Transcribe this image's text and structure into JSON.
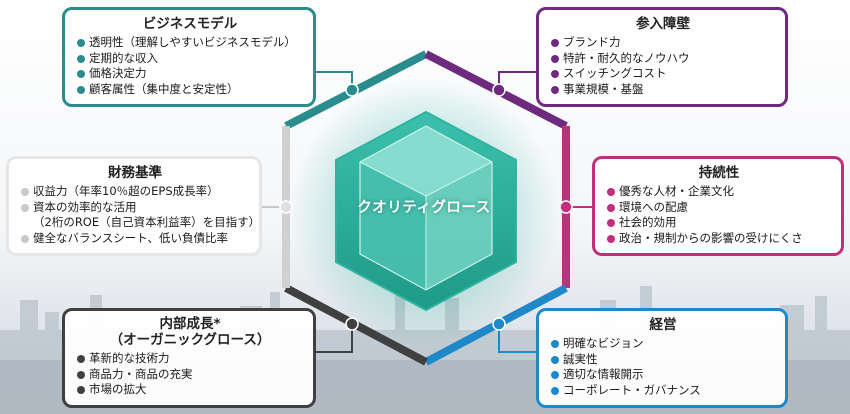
{
  "center": {
    "label": "クオリティグロース"
  },
  "boxes": {
    "business_model": {
      "title": "ビジネスモデル",
      "color": "#2a8c8c",
      "items": [
        "透明性（理解しやすいビジネスモデル）",
        "定期的な収入",
        "価格決定力",
        "顧客属性（集中度と安定性）"
      ]
    },
    "entry_barriers": {
      "title": "参入障壁",
      "color": "#6e2a7e",
      "items": [
        "ブランド力",
        "特許・耐久的なノウハウ",
        "スイッチングコスト",
        "事業規模・基盤"
      ]
    },
    "sustainability": {
      "title": "持続性",
      "color": "#c0307a",
      "items": [
        "優秀な人材・企業文化",
        "環境への配慮",
        "社会的効用",
        "政治・規制からの影響の受けにくさ"
      ]
    },
    "management": {
      "title": "経営",
      "color": "#1f88c9",
      "items": [
        "明確なビジョン",
        "誠実性",
        "適切な情報開示",
        "コーポレート・ガバナンス"
      ]
    },
    "organic_growth": {
      "title_line1": "内部成長*",
      "title_line2": "（オーガニックグロース）",
      "color": "#404040",
      "items": [
        "革新的な技術力",
        "商品力・商品の充実",
        "市場の拡大"
      ]
    },
    "financial": {
      "title": "財務基準",
      "color": "#b3b3b3",
      "items": [
        "収益力（年率10％超のEPS成長率）",
        "資本の効率的な活用",
        "（2桁のROE（自己資本利益率）を目指す）",
        "健全なバランスシート、低い負債比率"
      ]
    }
  }
}
